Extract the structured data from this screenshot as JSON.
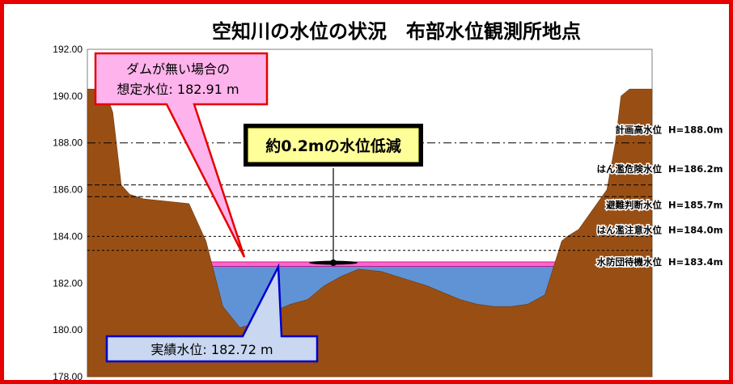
{
  "chart_data": {
    "type": "area",
    "title": "空知川の水位の状況　布部水位観測所地点",
    "ylim": [
      178,
      192
    ],
    "y_ticks": [
      "178.00",
      "180.00",
      "182.00",
      "184.00",
      "186.00",
      "188.00",
      "190.00",
      "192.00"
    ],
    "y_tick_values": [
      178,
      180,
      182,
      184,
      186,
      188,
      190,
      192
    ],
    "grid": false,
    "colors": {
      "ground": "#994f14",
      "water": "#5f93d6",
      "no_dam_water": "#ff66cc",
      "frame": "#e60000"
    },
    "water_levels": {
      "actual": 182.72,
      "without_dam": 182.91
    },
    "reference_levels": [
      {
        "label": "計画高水位",
        "value_label": "H=188.0m",
        "value": 188.0,
        "style": "dash-dot"
      },
      {
        "label": "はん濫危険水位",
        "value_label": "H=186.2m",
        "value": 186.2,
        "style": "dashed"
      },
      {
        "label": "避難判断水位",
        "value_label": "H=185.7m",
        "value": 185.7,
        "style": "dashed"
      },
      {
        "label": "はん濫注意水位",
        "value_label": "H=184.0m",
        "value": 184.0,
        "style": "dotted"
      },
      {
        "label": "水防団待機水位",
        "value_label": "H=183.4m",
        "value": 183.4,
        "style": "dotted"
      }
    ],
    "cross_section": {
      "series_name": "",
      "x": [
        0,
        0.016,
        0.032,
        0.045,
        0.06,
        0.075,
        0.1,
        0.18,
        0.21,
        0.24,
        0.27,
        0.3,
        0.33,
        0.36,
        0.39,
        0.42,
        0.45,
        0.48,
        0.52,
        0.56,
        0.6,
        0.64,
        0.66,
        0.69,
        0.72,
        0.75,
        0.78,
        0.81,
        0.84,
        0.85,
        0.87,
        0.92,
        0.935,
        0.945,
        0.96,
        1.0
      ],
      "y": [
        190.3,
        190.3,
        190.2,
        189.3,
        186.2,
        185.8,
        185.6,
        185.4,
        183.8,
        181.0,
        180.1,
        180.3,
        180.8,
        181.1,
        181.3,
        181.9,
        182.3,
        182.6,
        182.5,
        182.2,
        181.9,
        181.5,
        181.3,
        181.1,
        181.0,
        181.0,
        181.1,
        181.5,
        183.8,
        184.0,
        184.3,
        186.0,
        188.0,
        190.0,
        190.3,
        190.3
      ]
    },
    "annotations": {
      "no_dam": {
        "line1": "ダムが無い場合の",
        "line2": "想定水位: 182.91 m"
      },
      "actual": "実績水位: 182.72 m",
      "reduction": "約0.2mの水位低減"
    }
  }
}
